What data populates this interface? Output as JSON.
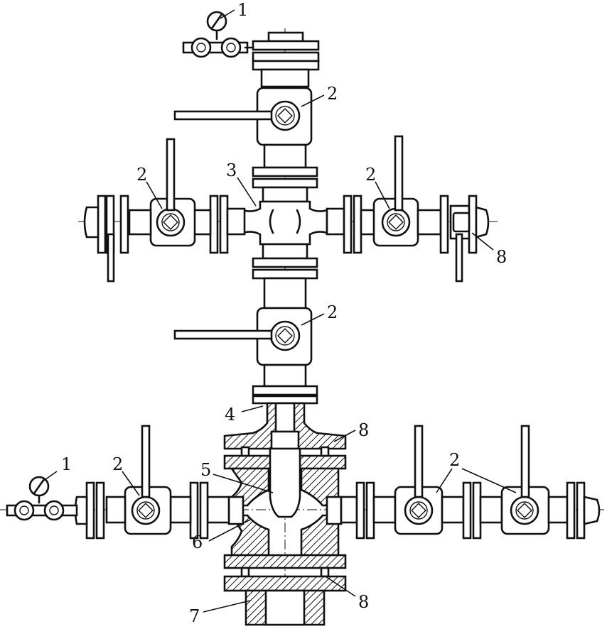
{
  "labels": {
    "l1_top": "1",
    "l2_upper_valve": "2",
    "l2_left_wing": "2",
    "l3_cross": "3",
    "l2_right_wing": "2",
    "l8_right_cap": "8",
    "l2_middle_valve": "2",
    "l4_hanger": "4",
    "l8_upper_flange": "8",
    "l5_tubing": "5",
    "l1_bottom": "1",
    "l2_bottom_left": "2",
    "l2_bottom_right": "2",
    "l6_spool": "6",
    "l7_head": "7",
    "l8_lower_flange": "8"
  }
}
